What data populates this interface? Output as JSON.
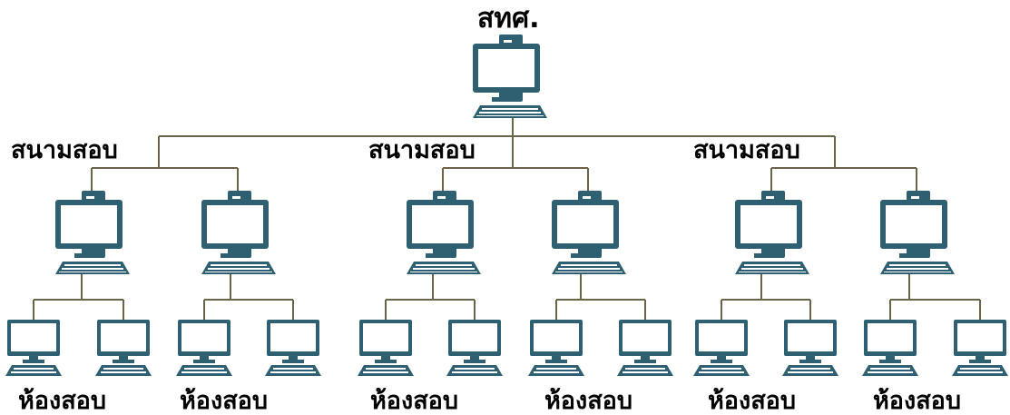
{
  "root": {
    "label": "สทศ."
  },
  "sites": [
    {
      "label": "สนามสอบ",
      "rooms": [
        "ห้องสอบ",
        "ห้องสอบ"
      ]
    },
    {
      "label": "สนามสอบ",
      "rooms": [
        "ห้องสอบ",
        "ห้องสอบ"
      ]
    },
    {
      "label": "สนามสอบ",
      "rooms": [
        "ห้องสอบ",
        "ห้องสอบ"
      ]
    }
  ],
  "colors": {
    "computer": "#2f6072",
    "screen": "#ffffff",
    "line": "#6b6448",
    "text": "#000000"
  },
  "icons": {
    "node": "desktop-computer-icon",
    "leaf": "monitor-icon"
  }
}
